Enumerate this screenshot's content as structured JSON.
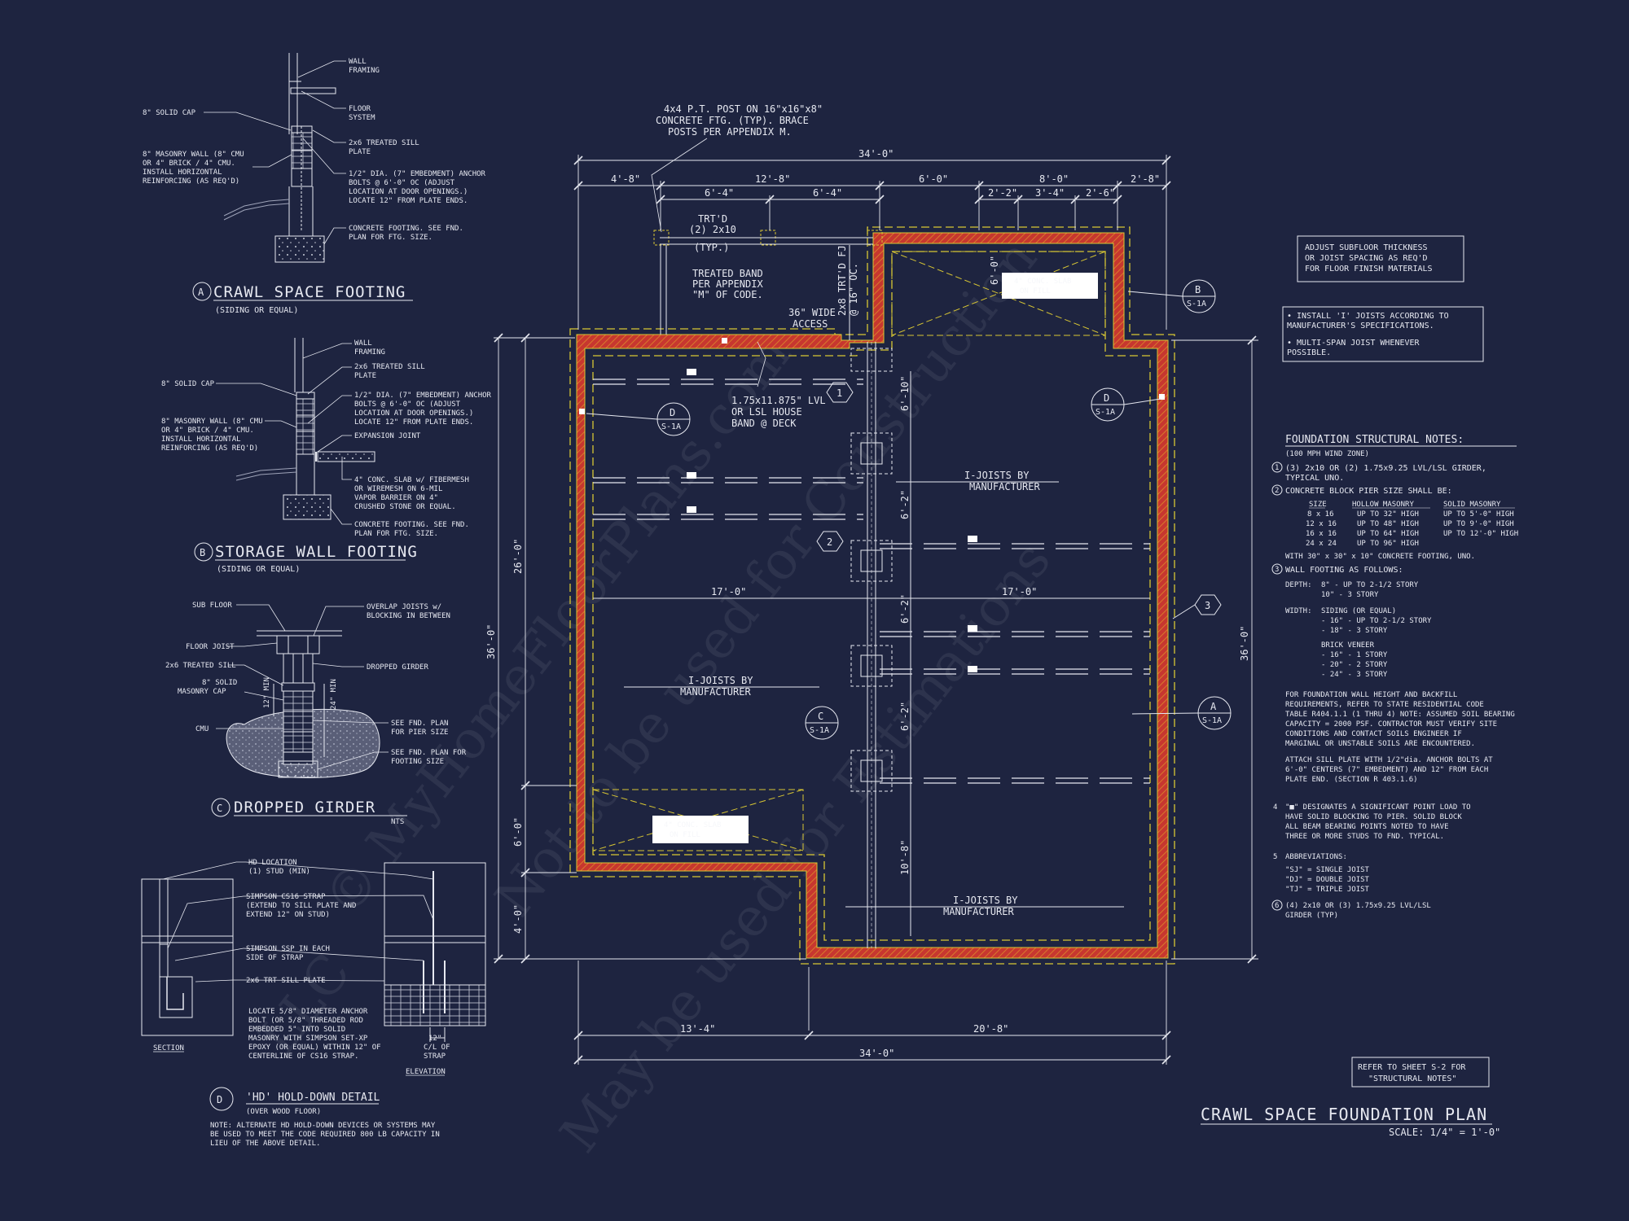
{
  "details": {
    "a": {
      "letter": "A",
      "title": "CRAWL SPACE FOOTING",
      "subtitle": "(SIDING OR EQUAL)",
      "notes": [
        "WALL",
        "FRAMING",
        "8\" SOLID CAP",
        "FLOOR",
        "SYSTEM",
        "2x6 TREATED SILL",
        "PLATE",
        "8\" MASONRY WALL (8\" CMU",
        "OR 4\" BRICK / 4\" CMU.",
        "INSTALL HORIZONTAL",
        "REINFORCING (AS REQ'D)",
        "1/2\" DIA. (7\" EMBEDMENT) ANCHOR",
        "BOLTS @ 6'-0\" OC (ADJUST",
        "LOCATION AT DOOR OPENINGS.)",
        "LOCATE 12\" FROM PLATE ENDS.",
        "CONCRETE FOOTING. SEE FND.",
        "PLAN FOR FTG. SIZE."
      ]
    },
    "b": {
      "letter": "B",
      "title": "STORAGE WALL FOOTING",
      "subtitle": "(SIDING OR EQUAL)",
      "notes": [
        "WALL",
        "FRAMING",
        "2x6 TREATED SILL",
        "PLATE",
        "8\" SOLID CAP",
        "1/2\" DIA. (7\" EMBEDMENT) ANCHOR",
        "BOLTS @ 6'-0\" OC (ADJUST",
        "LOCATION AT DOOR OPENINGS.)",
        "LOCATE 12\" FROM PLATE ENDS.",
        "8\" MASONRY WALL (8\" CMU",
        "OR 4\" BRICK / 4\" CMU.",
        "INSTALL HORIZONTAL",
        "REINFORCING (AS REQ'D)",
        "EXPANSION JOINT",
        "4\" CONC. SLAB w/ FIBERMESH",
        "OR WIREMESH ON 6-MIL",
        "VAPOR BARRIER ON 4\"",
        "CRUSHED STONE OR EQUAL.",
        "CONCRETE FOOTING. SEE FND.",
        "PLAN FOR FTG. SIZE."
      ]
    },
    "c": {
      "letter": "C",
      "title": "DROPPED GIRDER",
      "subtitle": "NTS",
      "notes": [
        "SUB FLOOR",
        "OVERLAP JOISTS w/",
        "BLOCKING IN BETWEEN",
        "FLOOR JOIST",
        "2x6 TREATED SILL",
        "DROPPED GIRDER",
        "8\" SOLID",
        "MASONRY CAP",
        "CMU",
        "SEE FND. PLAN",
        "FOR PIER SIZE",
        "SEE FND. PLAN FOR",
        "FOOTING SIZE",
        "12\" MIN",
        "24\" MIN"
      ]
    },
    "d": {
      "letter": "D",
      "title": "'HD' HOLD-DOWN DETAIL",
      "subtitle": "(OVER WOOD FLOOR)",
      "notes": [
        "HD LOCATION",
        "(1) STUD (MIN)",
        "SIMPSON CS16 STRAP",
        "(EXTEND TO SILL PLATE AND",
        "EXTEND 12\" ON STUD)",
        "SIMPSON SSP IN EACH",
        "SIDE OF STRAP",
        "2x6 TRT SILL PLATE",
        "LOCATE 5/8\" DIAMETER ANCHOR",
        "BOLT (OR 5/8\" THREADED ROD",
        "EMBEDDED 5\" INTO SOLID",
        "MASONRY WITH SIMPSON SET-XP",
        "EPOXY (OR EQUAL) WITHIN 12\" OF",
        "CENTERLINE OF CS16 STRAP.",
        "12\"",
        "C/L OF",
        "STRAP"
      ],
      "section_label": "SECTION",
      "elevation_label": "ELEVATION",
      "note": [
        "NOTE: ALTERNATE HD HOLD-DOWN DEVICES OR SYSTEMS MAY",
        "BE USED TO MEET THE CODE REQUIRED 800 LB CAPACITY IN",
        "LIEU OF THE ABOVE DETAIL."
      ]
    }
  },
  "plan": {
    "post_callout": [
      "4x4 P.T. POST ON 16\"x16\"x8\"",
      "CONCRETE FTG. (TYP). BRACE",
      "POSTS PER APPENDIX M."
    ],
    "dims_top": {
      "overall": "34'-0\"",
      "left": "4'-8\"",
      "mid": "12'-8\"",
      "q1": "6'-4\"",
      "q2": "6'-4\"",
      "six": "6'-0\"",
      "eight": "8'-0\"",
      "r1": "2'-2\"",
      "r2": "3'-4\"",
      "r3": "2'-6\"",
      "right": "2'-8\""
    },
    "dims_bottom": {
      "left": "13'-4\"",
      "right": "20'-8\"",
      "overall": "34'-0\""
    },
    "dims_left": {
      "overall": "36'-0\"",
      "inner": "26'-0\"",
      "six": "6'-0\"",
      "four": "4'-0\""
    },
    "dims_right": {
      "overall": "36'-0\""
    },
    "dims_interior": {
      "a": "6'-10\"",
      "b": "6'-2\"",
      "c": "6'-2\"",
      "d": "6'-2\"",
      "e": "10'-8\"",
      "f": "6'-0\"",
      "span_l": "17'-0\"",
      "span_r": "17'-0\""
    },
    "trtd": [
      "TRT'D",
      "(2) 2x10",
      "(TYP.)"
    ],
    "trtd_fj": [
      "2x8 TRT'D FJ",
      "@ 16\" OC."
    ],
    "band_note": [
      "TREATED BAND",
      "PER APPENDIX",
      "\"M\" OF CODE."
    ],
    "access": [
      "36\" WIDE",
      "ACCESS"
    ],
    "lvl_note": [
      "1.75x11.875\" LVL",
      "OR LSL HOUSE",
      "BAND @ DECK"
    ],
    "ijoists": [
      "I-JOISTS BY",
      "MANUFACTURER"
    ],
    "conc_fill": [
      "4\" CONC. SLAB",
      "ON FILL"
    ],
    "tags": {
      "one": "1",
      "two": "2",
      "three": "3",
      "d": "D",
      "c": "C",
      "b": "B",
      "a": "A",
      "sheet": "S-1A"
    }
  },
  "right_notes": {
    "box1": [
      "ADJUST SUBFLOOR THICKNESS",
      "OR JOIST SPACING AS REQ'D",
      "FOR FLOOR FINISH MATERIALS"
    ],
    "box2": [
      "• INSTALL 'I' JOISTS ACCORDING TO",
      "  MANUFACTURER'S SPECIFICATIONS.",
      "• MULTI-SPAN JOIST WHENEVER",
      "  POSSIBLE."
    ],
    "heading": "FOUNDATION STRUCTURAL NOTES:",
    "wind": "(100 MPH WIND ZONE)",
    "n1": [
      "(3) 2x10 OR (2) 1.75x9.25 LVL/LSL GIRDER,",
      "TYPICAL UNO."
    ],
    "n2": "CONCRETE BLOCK PIER SIZE SHALL BE:",
    "pier_headers": [
      "SIZE",
      "HOLLOW MASONRY",
      "SOLID MASONRY"
    ],
    "pier_rows": [
      [
        "8 x 16",
        "UP TO 32\" HIGH",
        "UP TO 5'-0\" HIGH"
      ],
      [
        "12 x 16",
        "UP TO 48\" HIGH",
        "UP TO 9'-0\" HIGH"
      ],
      [
        "16 x 16",
        "UP TO 64\" HIGH",
        "UP TO 12'-0\" HIGH"
      ],
      [
        "24 x 24",
        "UP TO 96\" HIGH",
        ""
      ]
    ],
    "pier_footing": "WITH 30\" x 30\" x 10\" CONCRETE FOOTING, UNO.",
    "n3": "WALL FOOTING AS FOLLOWS:",
    "depth": [
      "DEPTH:",
      "8\" - UP TO 2-1/2 STORY",
      "10\" - 3 STORY"
    ],
    "width": [
      "WIDTH:",
      "SIDING (OR EQUAL)",
      "- 16\" - UP TO 2-1/2 STORY",
      "- 18\" - 3 STORY",
      "BRICK VENEER",
      "- 16\" - 1 STORY",
      "- 20\" - 2 STORY",
      "- 24\" - 3 STORY"
    ],
    "para1": [
      "FOR FOUNDATION WALL HEIGHT AND BACKFILL",
      "REQUIREMENTS, REFER TO STATE RESIDENTIAL CODE",
      "TABLE R404.1.1 (1 THRU 4) NOTE: ASSUMED SOIL BEARING",
      "CAPACITY = 2000 PSF. CONTRACTOR MUST VERIFY SITE",
      "CONDITIONS AND CONTACT SOILS ENGINEER IF",
      "MARGINAL OR UNSTABLE SOILS ARE ENCOUNTERED."
    ],
    "para2": [
      "ATTACH SILL PLATE WITH 1/2\"dia. ANCHOR BOLTS AT",
      "6'-0\" CENTERS (7\" EMBEDMENT) AND 12\" FROM EACH",
      "PLATE END. (SECTION R 403.1.6)"
    ],
    "n4": [
      "4",
      "\"■\" DESIGNATES A SIGNIFICANT POINT LOAD TO",
      "HAVE SOLID BLOCKING TO PIER. SOLID BLOCK",
      "ALL BEAM BEARING POINTS NOTED TO HAVE",
      "THREE OR MORE STUDS TO FND. TYPICAL."
    ],
    "n5": [
      "5",
      "ABBREVIATIONS:",
      "\"SJ\" = SINGLE JOIST",
      "\"DJ\" = DOUBLE JOIST",
      "\"TJ\" = TRIPLE JOIST"
    ],
    "n6": [
      "(4) 2x10 OR (3) 1.75x9.25 LVL/LSL",
      "GIRDER (TYP)"
    ],
    "refer": [
      "REFER TO SHEET S-2 FOR",
      "\"STRUCTURAL NOTES\""
    ],
    "plan_title": "CRAWL SPACE FOUNDATION PLAN",
    "scale": "SCALE: 1/4\" = 1'-0\""
  },
  "watermark": [
    "© MyHomeFloorPlans.com",
    "Not to be used for Construction",
    "May be used for Estimations",
    "LLC"
  ],
  "colors": {
    "background": "#1e2440",
    "line": "#e6e8f0",
    "yellow": "#d8c633",
    "red": "#c7372f",
    "orange": "#d87a2c"
  }
}
